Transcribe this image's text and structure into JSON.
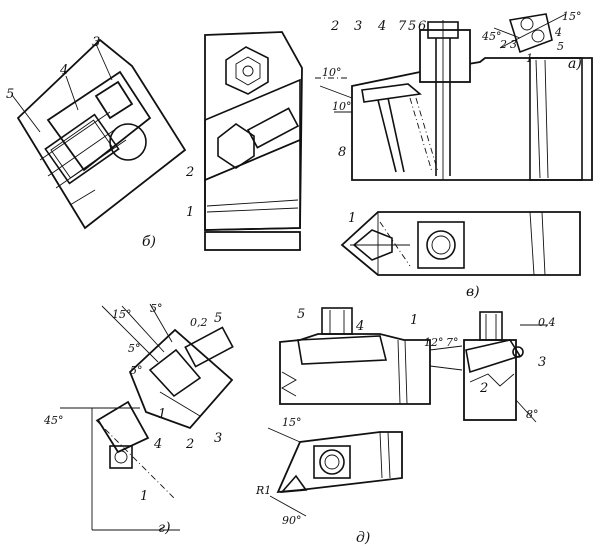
{
  "views": {
    "b": {
      "caption": "б)",
      "labels": [
        "5",
        "4",
        "3"
      ]
    },
    "b2": {
      "labels": [
        "2",
        "1"
      ]
    },
    "a": {
      "caption": "а)",
      "labels": [
        "2",
        "3",
        "4",
        "7",
        "5",
        "6",
        "8"
      ],
      "angles": [
        "10°",
        "10°"
      ],
      "inset": {
        "labels": [
          "2",
          "3",
          "4",
          "5",
          "1"
        ],
        "angles": [
          "45°",
          "15°"
        ]
      }
    },
    "v": {
      "caption": "в)",
      "labels": [
        "1"
      ]
    },
    "g": {
      "caption": "г)",
      "labels": [
        "1",
        "2",
        "3",
        "4",
        "5",
        "1"
      ],
      "angles": [
        "15°",
        "5°",
        "5°",
        "5°",
        "45°"
      ],
      "dims": [
        "0,2"
      ]
    },
    "d": {
      "caption": "д)",
      "labels": [
        "5",
        "4",
        "1",
        "3",
        "2"
      ],
      "angles": [
        "12°",
        "7°",
        "8°",
        "15°",
        "90°"
      ],
      "dims": [
        "0,4",
        "R1"
      ]
    }
  }
}
